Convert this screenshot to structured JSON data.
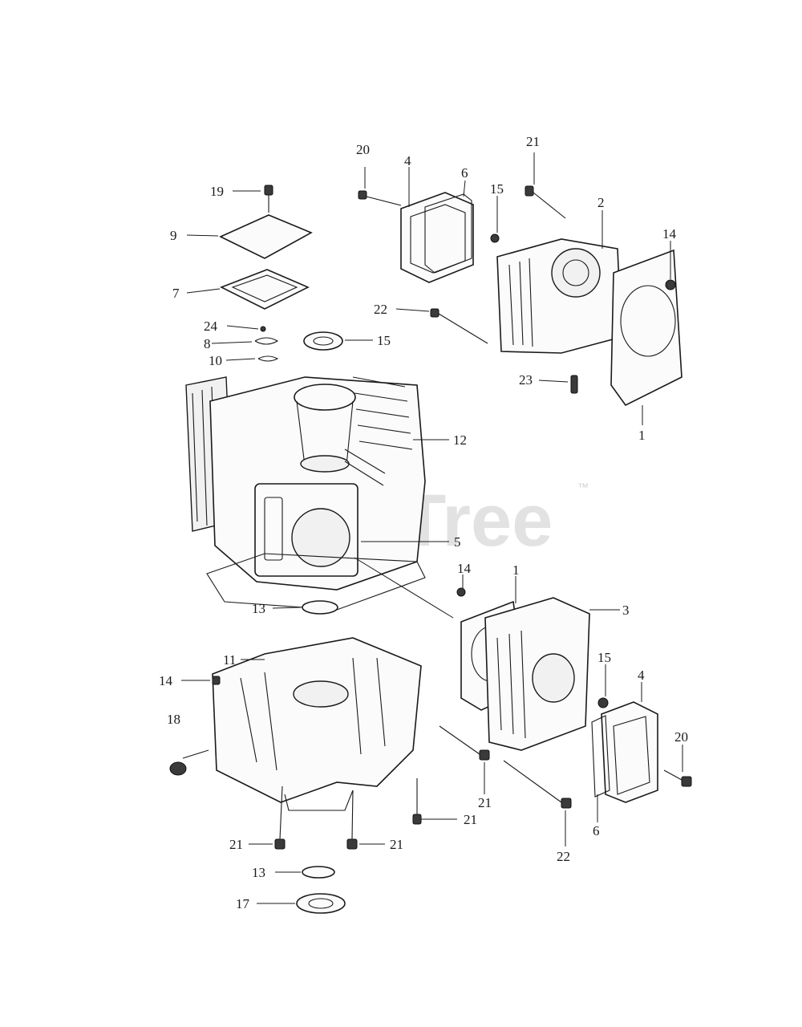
{
  "watermark": {
    "text": "PartsTree",
    "trademark": "™"
  },
  "callouts": {
    "c1_top": "1",
    "c1_bot": "1",
    "c2": "2",
    "c3": "3",
    "c4_top": "4",
    "c4_bot": "4",
    "c5": "5",
    "c6_top": "6",
    "c6_bot": "6",
    "c7": "7",
    "c8": "8",
    "c9": "9",
    "c10": "10",
    "c11": "11",
    "c12": "12",
    "c13_top": "13",
    "c13_bot": "13",
    "c14_top": "14",
    "c14_mid": "14",
    "c14_left": "14",
    "c15_mid": "15",
    "c15_top": "15",
    "c15_bot": "15",
    "c17": "17",
    "c18": "18",
    "c19": "19",
    "c20_top": "20",
    "c20_bot": "20",
    "c21_top": "21",
    "c21_a": "21",
    "c21_b": "21",
    "c21_c": "21",
    "c21_d": "21",
    "c22_top": "22",
    "c22_bot": "22",
    "c23": "23",
    "c24": "24"
  }
}
